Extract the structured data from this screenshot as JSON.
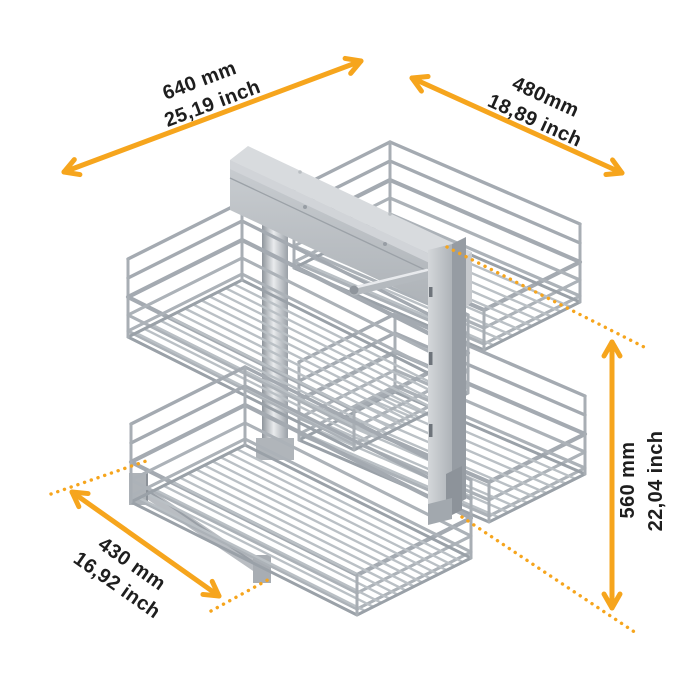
{
  "figure": {
    "illustration_alt": "Corner cabinet pull-out unit with four chrome wire baskets on two levels"
  },
  "dimensions": {
    "top_left": {
      "mm": "640 mm",
      "inch": "25,19 inch"
    },
    "top_right": {
      "mm": "480mm",
      "inch": "18,89 inch"
    },
    "bottom_left": {
      "mm": "430 mm",
      "inch": "16,92 inch"
    },
    "right": {
      "mm": "560 mm",
      "inch": "22,04 inch"
    }
  },
  "colors": {
    "accent": "#F6A51D",
    "text": "#1E1E1E",
    "background": "#FFFFFF",
    "metal_light": "#D8DBDE",
    "metal_mid": "#B4B9BE",
    "metal_dark": "#8F959C"
  }
}
